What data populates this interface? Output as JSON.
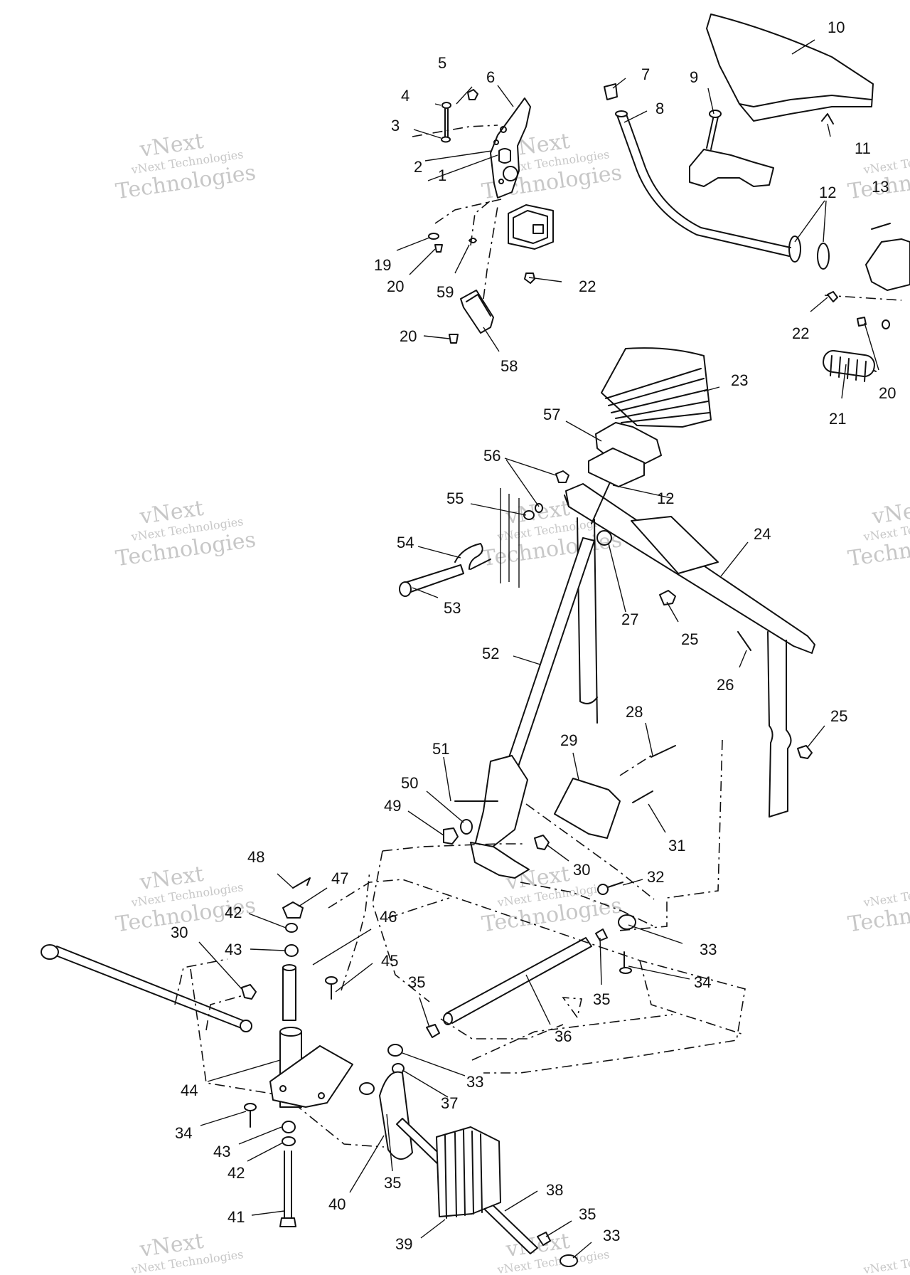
{
  "watermark": {
    "line1": "vNext",
    "line2": "vNext Technologies",
    "line3": "Technologies"
  },
  "callouts": [
    {
      "id": "c1",
      "label": "1"
    },
    {
      "id": "c2",
      "label": "2"
    },
    {
      "id": "c3",
      "label": "3"
    },
    {
      "id": "c4",
      "label": "4"
    },
    {
      "id": "c5",
      "label": "5"
    },
    {
      "id": "c6",
      "label": "6"
    },
    {
      "id": "c7",
      "label": "7"
    },
    {
      "id": "c8",
      "label": "8"
    },
    {
      "id": "c9",
      "label": "9"
    },
    {
      "id": "c10",
      "label": "10"
    },
    {
      "id": "c11",
      "label": "11"
    },
    {
      "id": "c12a",
      "label": "12"
    },
    {
      "id": "c13",
      "label": "13"
    },
    {
      "id": "c19",
      "label": "19"
    },
    {
      "id": "c20a",
      "label": "20"
    },
    {
      "id": "c59",
      "label": "59"
    },
    {
      "id": "c22a",
      "label": "22"
    },
    {
      "id": "c20b",
      "label": "20"
    },
    {
      "id": "c58",
      "label": "58"
    },
    {
      "id": "c22b",
      "label": "22"
    },
    {
      "id": "c20c",
      "label": "20"
    },
    {
      "id": "c21",
      "label": "21"
    },
    {
      "id": "c23",
      "label": "23"
    },
    {
      "id": "c57",
      "label": "57"
    },
    {
      "id": "c56",
      "label": "56"
    },
    {
      "id": "c55",
      "label": "55"
    },
    {
      "id": "c12b",
      "label": "12"
    },
    {
      "id": "c54",
      "label": "54"
    },
    {
      "id": "c24",
      "label": "24"
    },
    {
      "id": "c53",
      "label": "53"
    },
    {
      "id": "c27",
      "label": "27"
    },
    {
      "id": "c25a",
      "label": "25"
    },
    {
      "id": "c52",
      "label": "52"
    },
    {
      "id": "c26",
      "label": "26"
    },
    {
      "id": "c28",
      "label": "28"
    },
    {
      "id": "c25b",
      "label": "25"
    },
    {
      "id": "c29",
      "label": "29"
    },
    {
      "id": "c51",
      "label": "51"
    },
    {
      "id": "c50",
      "label": "50"
    },
    {
      "id": "c49",
      "label": "49"
    },
    {
      "id": "c31",
      "label": "31"
    },
    {
      "id": "c30a",
      "label": "30"
    },
    {
      "id": "c48",
      "label": "48"
    },
    {
      "id": "c47",
      "label": "47"
    },
    {
      "id": "c32",
      "label": "32"
    },
    {
      "id": "c42a",
      "label": "42"
    },
    {
      "id": "c46",
      "label": "46"
    },
    {
      "id": "c30b",
      "label": "30"
    },
    {
      "id": "c33a",
      "label": "33"
    },
    {
      "id": "c43a",
      "label": "43"
    },
    {
      "id": "c45",
      "label": "45"
    },
    {
      "id": "c34a",
      "label": "34"
    },
    {
      "id": "c35a",
      "label": "35"
    },
    {
      "id": "c35b",
      "label": "35"
    },
    {
      "id": "c36",
      "label": "36"
    },
    {
      "id": "c33b",
      "label": "33"
    },
    {
      "id": "c44",
      "label": "44"
    },
    {
      "id": "c37",
      "label": "37"
    },
    {
      "id": "c34b",
      "label": "34"
    },
    {
      "id": "c43b",
      "label": "43"
    },
    {
      "id": "c42b",
      "label": "42"
    },
    {
      "id": "c40",
      "label": "40"
    },
    {
      "id": "c35c",
      "label": "35"
    },
    {
      "id": "c38",
      "label": "38"
    },
    {
      "id": "c41",
      "label": "41"
    },
    {
      "id": "c35d",
      "label": "35"
    },
    {
      "id": "c39",
      "label": "39"
    },
    {
      "id": "c33c",
      "label": "33"
    }
  ]
}
